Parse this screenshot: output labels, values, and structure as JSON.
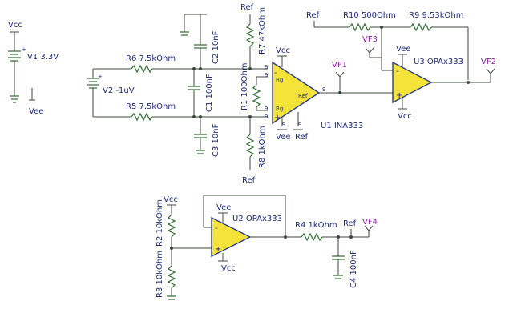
{
  "labels": {
    "vcc_supply": "Vcc",
    "v1": "V1 3.3V",
    "vee_supply": "Vee",
    "v2": "V2 -1uV",
    "r6": "R6 7.5kOhm",
    "r5": "R5 7.5kOhm",
    "c2": "C2 10nF",
    "c1": "C1 100nF",
    "c3": "C3 10nF",
    "ref_top": "Ref",
    "r7": "R7 47kOhm",
    "r1": "R1 100Ohm",
    "r8": "R8 1kOhm",
    "ref_bottom": "Ref",
    "u1_vcc": "Vcc",
    "u1_vee": "Vee",
    "u1_ref": "Ref",
    "u1": "U1 INA333",
    "u1_rg_top": "Rg",
    "u1_rg_bot": "Rg",
    "u1_ref_in": "Ref",
    "ref_top_right": "Ref",
    "r10": "R10 500Ohm",
    "r9": "R9 9.53kOhm",
    "u3_vee": "Vee",
    "u3": "U3 OPAx333",
    "u3_vcc": "Vcc",
    "vcc_r2": "Vcc",
    "r2": "R2 10kOhm",
    "r3": "R3 10kOhm",
    "u2_vee": "Vee",
    "u2": "U2 OPAx333",
    "u2_vcc": "Vcc",
    "r4": "R4 1kOhm",
    "ref_u2": "Ref",
    "c4": "C4 100nF",
    "pin9": "9"
  },
  "probes": {
    "vf1": "VF1",
    "vf2": "VF2",
    "vf3": "VF3",
    "vf4": "VF4"
  },
  "pins": {
    "plus": "+",
    "minus": "-"
  },
  "colors": {
    "opamp_fill": "#f4e43a",
    "opamp_stroke": "#2b3b8a",
    "wire": "#3a4a3a",
    "component": "#2f6b2f",
    "label": "#1e2a7a",
    "probe": "#8a1fa0"
  }
}
